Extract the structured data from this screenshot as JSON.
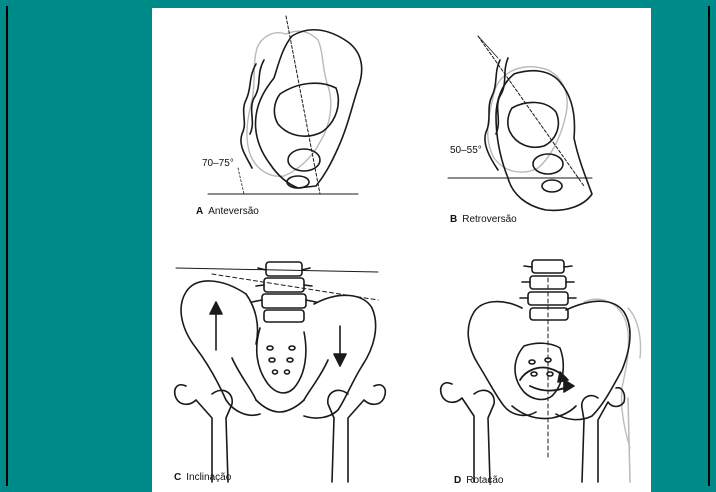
{
  "colors": {
    "background": "#008b8b",
    "page": "#ffffff",
    "ink": "#1a1a1a",
    "shade": "#c8c8c8"
  },
  "panels": [
    {
      "letter": "A",
      "caption": "Anteversão",
      "angle": "70–75°"
    },
    {
      "letter": "B",
      "caption": "Retroversão",
      "angle": "50–55°"
    },
    {
      "letter": "C",
      "caption": "Inclinação"
    },
    {
      "letter": "D",
      "caption": "Rotação"
    }
  ]
}
